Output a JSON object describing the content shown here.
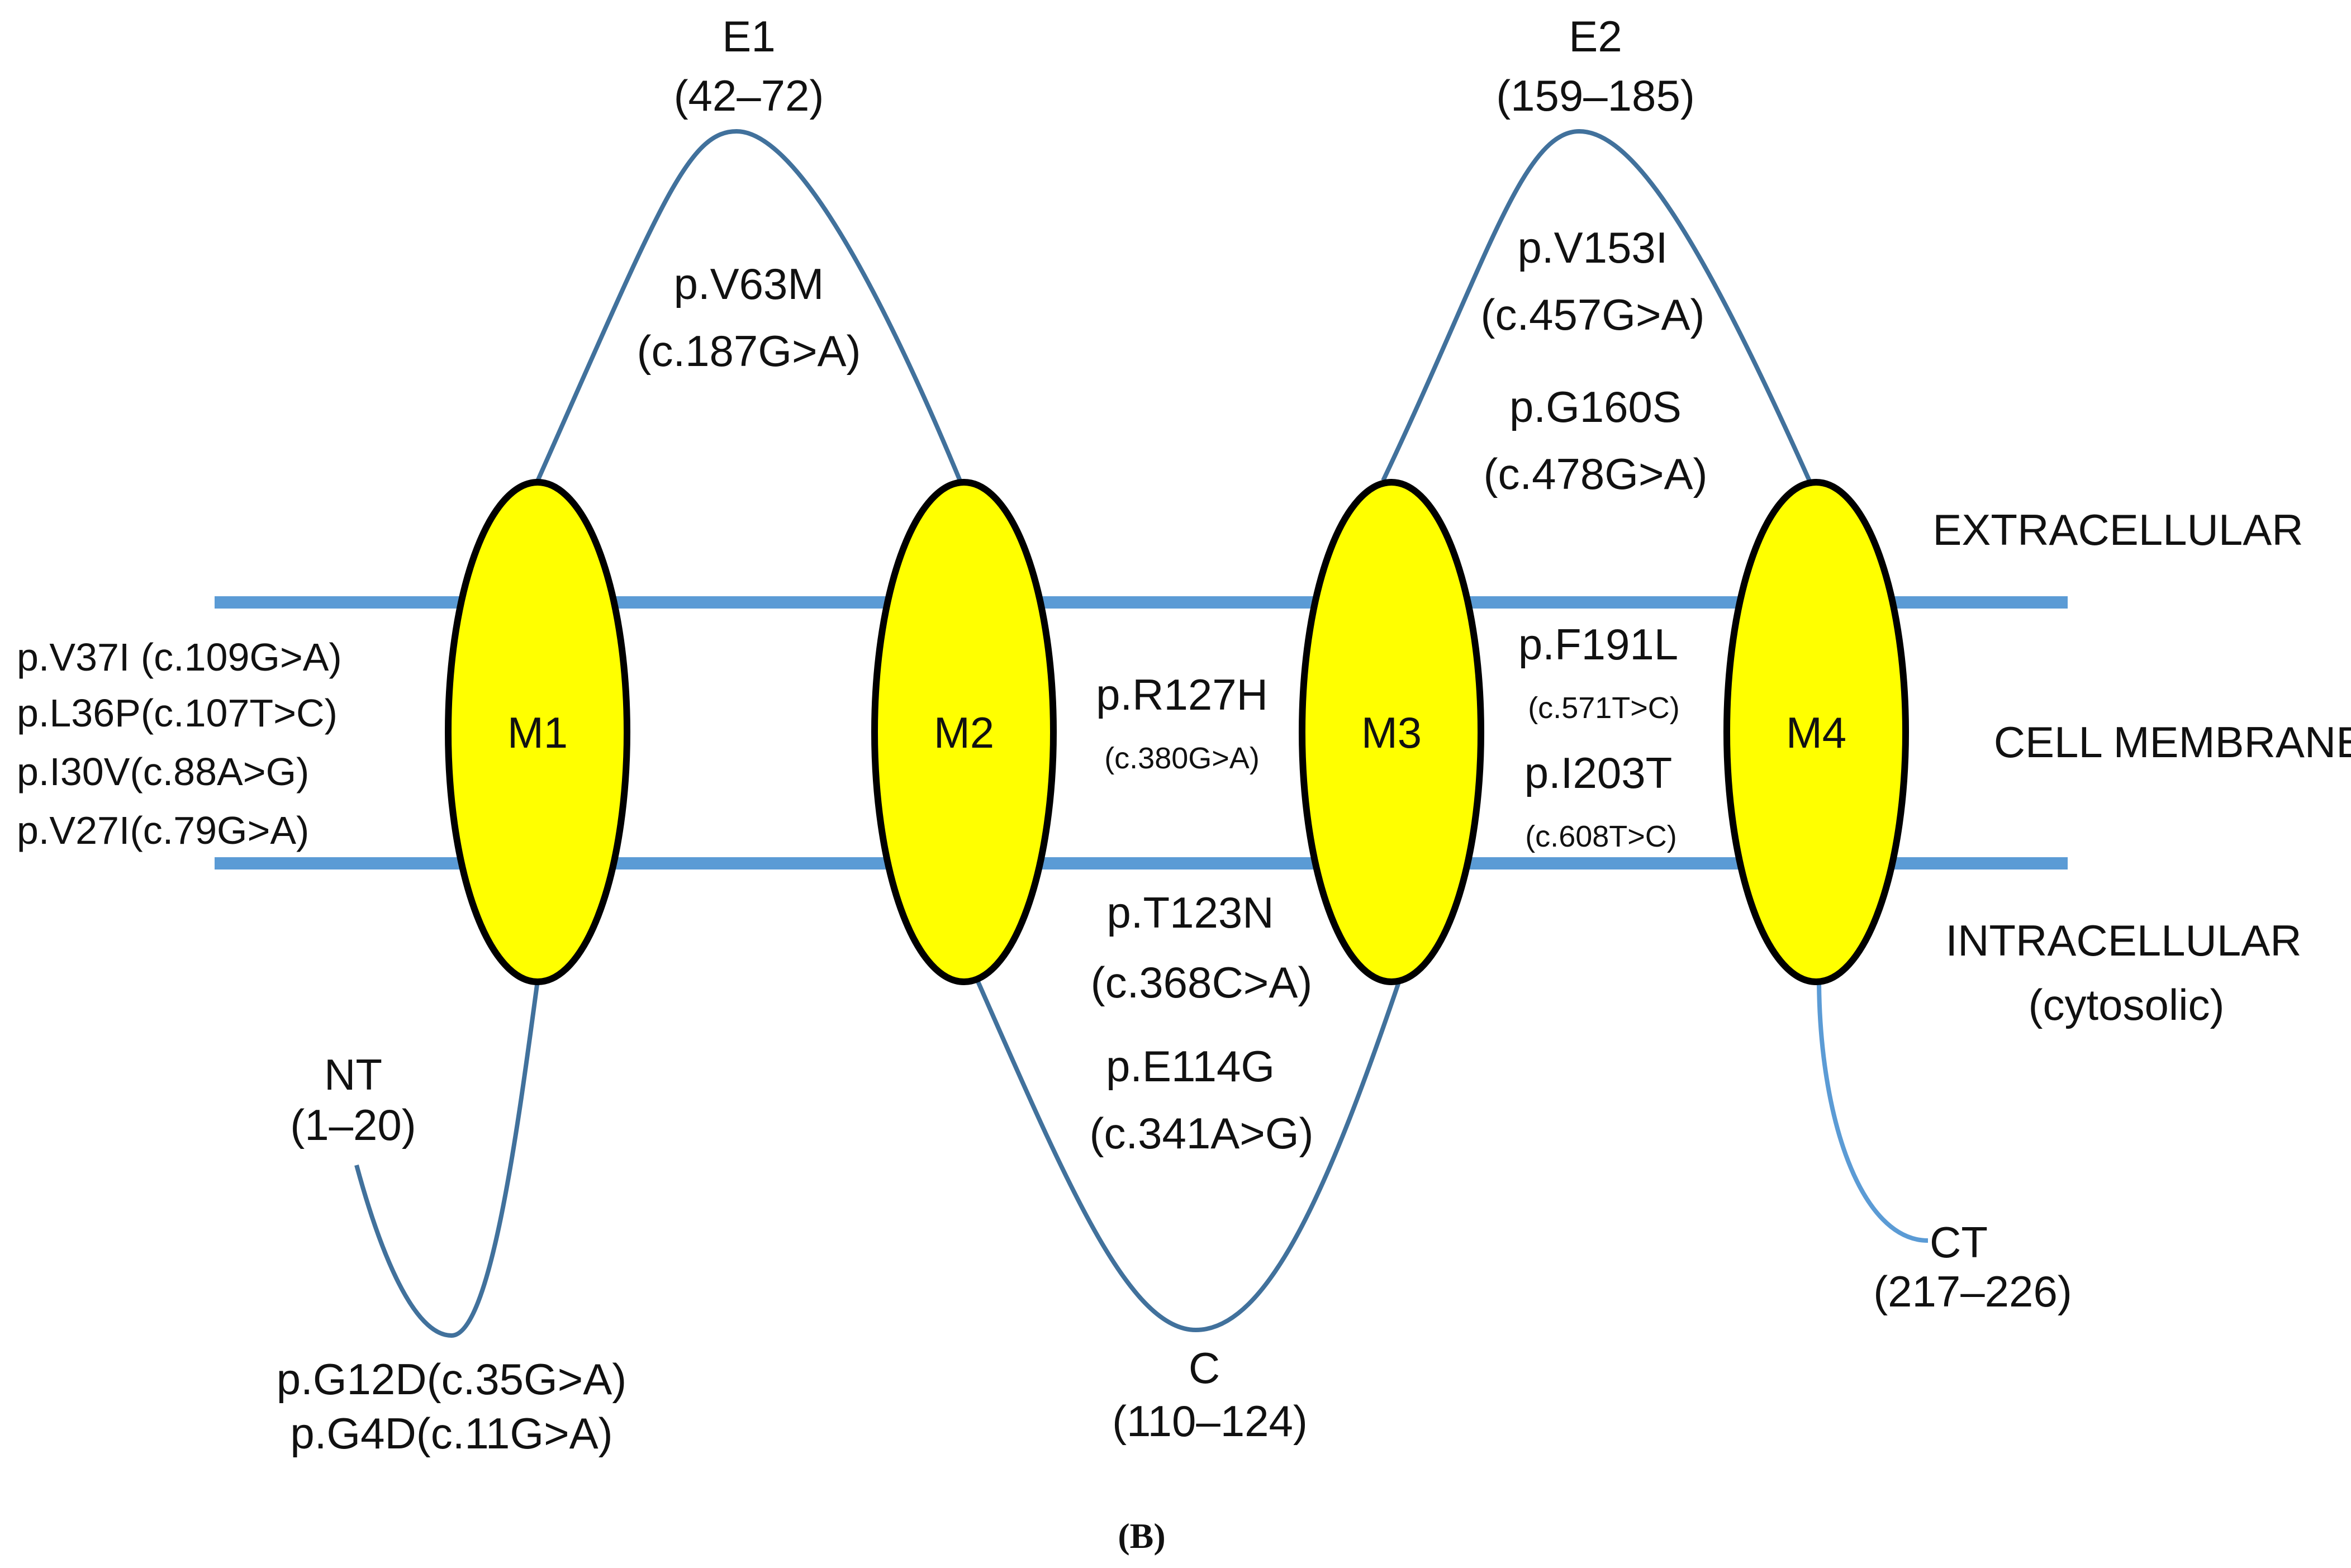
{
  "figure_label": "(B)",
  "regions": {
    "extracellular": "EXTRACELLULAR",
    "membrane": "CELL MEMBRANE",
    "intracellular": "INTRACELLULAR",
    "intracellular_sub": "(cytosolic)"
  },
  "domains": {
    "m1": "M1",
    "m2": "M2",
    "m3": "M3",
    "m4": "M4"
  },
  "loops": {
    "e1": {
      "name": "E1",
      "range": "(42–72)"
    },
    "e2": {
      "name": "E2",
      "range": "(159–185)"
    },
    "nt": {
      "name": "NT",
      "range": "(1–20)"
    },
    "c": {
      "name": "C",
      "range": "(110–124)"
    },
    "ct": {
      "name": "CT",
      "range": "(217–226)"
    }
  },
  "mutations": {
    "e1_protein": "p.V63M",
    "e1_cdna": "(c.187G>A)",
    "e2_1_protein": "p.V153I",
    "e2_1_cdna": "(c.457G>A)",
    "e2_2_protein": "p.G160S",
    "e2_2_cdna": "(c.478G>A)",
    "m1_list": [
      "p.V37I (c.109G>A)",
      "p.L36P(c.107T>C)",
      "p.I30V(c.88A>G)",
      "p.V27I(c.79G>A)"
    ],
    "m2m3_protein": "p.R127H",
    "m2m3_cdna": "(c.380G>A)",
    "m3m4_1_protein": "p.F191L",
    "m3m4_1_cdna": "(c.571T>C)",
    "m3m4_2_protein": "p.I203T",
    "m3m4_2_cdna": "(c.608T>C)",
    "c1_protein": "p.T123N",
    "c1_cdna": "(c.368C>A)",
    "c2_protein": "p.E114G",
    "c2_cdna": "(c.341A>G)",
    "nt_list": [
      "p.G12D(c.35G>A)",
      "p.G4D(c.11G>A)"
    ]
  },
  "colors": {
    "membrane_line": "#5b9bd5",
    "loop_line": "#41719c",
    "ct_line": "#5b9bd5",
    "domain_fill": "#ffff00",
    "domain_stroke": "#000000"
  }
}
